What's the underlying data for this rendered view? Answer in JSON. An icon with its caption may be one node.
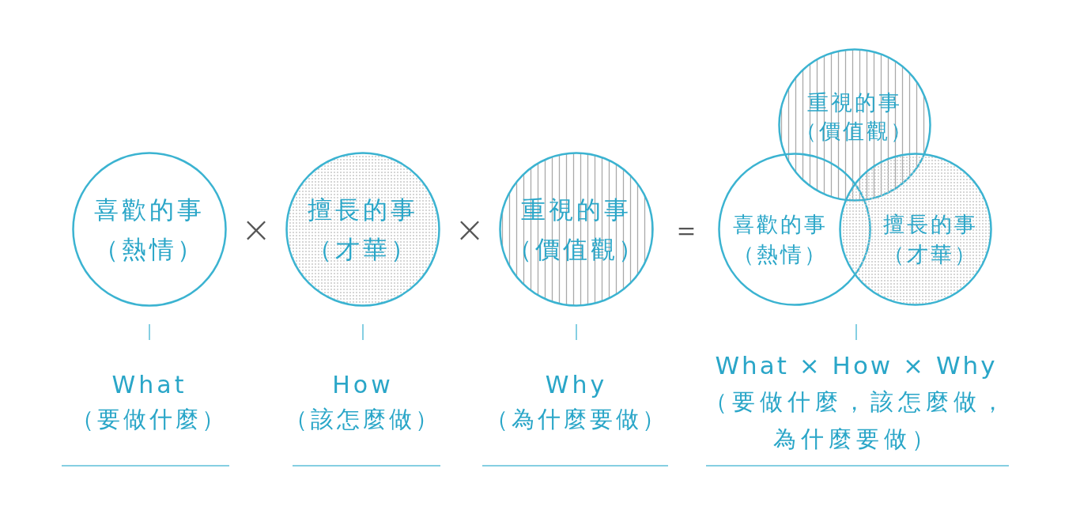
{
  "diagram": {
    "nodes": [
      {
        "text": [
          "喜歡的事",
          "（熱情）"
        ]
      },
      {
        "text": [
          "擅長的事",
          "（才華）"
        ]
      },
      {
        "text": [
          "重視的事",
          "（價值觀）"
        ]
      },
      {
        "text": [
          "重視的事",
          "（價值觀）"
        ]
      },
      {
        "text": [
          "喜歡的事",
          "（熱情）"
        ]
      },
      {
        "text": [
          "擅長的事",
          "（才華）"
        ]
      }
    ],
    "labels": [
      "×",
      "×",
      "＝",
      "What",
      "（要做什麼）",
      "How",
      "（該怎麼做）",
      "Why",
      "（為什麼要做）",
      "What × How × Why",
      "（要做什麼，該怎麼做，為什麼要做）"
    ]
  }
}
